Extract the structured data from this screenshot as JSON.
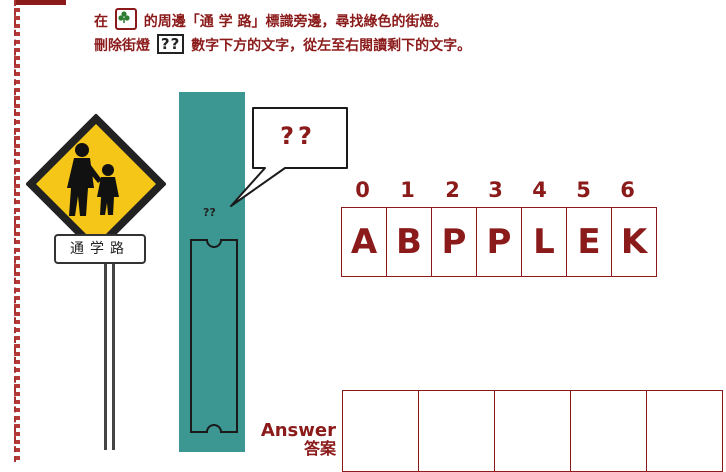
{
  "instructions": {
    "line1_prefix": "在",
    "line1_suffix": "的周邊「通 学 路」標識旁邊，尋找綠色的街燈。",
    "line2_prefix": "刪除街燈",
    "line2_box": "??",
    "line2_suffix": "數字下方的文字，從左至右閱讀剩下的文字。",
    "card_icon": "club-card-icon"
  },
  "sign": {
    "label": "通学路",
    "icon": "school-children-sign-icon",
    "color": "#f5c518"
  },
  "lamp": {
    "tag": "??",
    "callout": "??",
    "color": "#3c9792"
  },
  "puzzle": {
    "indices": [
      "0",
      "1",
      "2",
      "3",
      "4",
      "5",
      "6"
    ],
    "letters": [
      "A",
      "B",
      "P",
      "P",
      "L",
      "E",
      "K"
    ]
  },
  "answer": {
    "label_en": "Answer",
    "label_zh": "答案",
    "cells": 5
  },
  "colors": {
    "accent": "#8b1a1a",
    "teal": "#3c9792"
  }
}
